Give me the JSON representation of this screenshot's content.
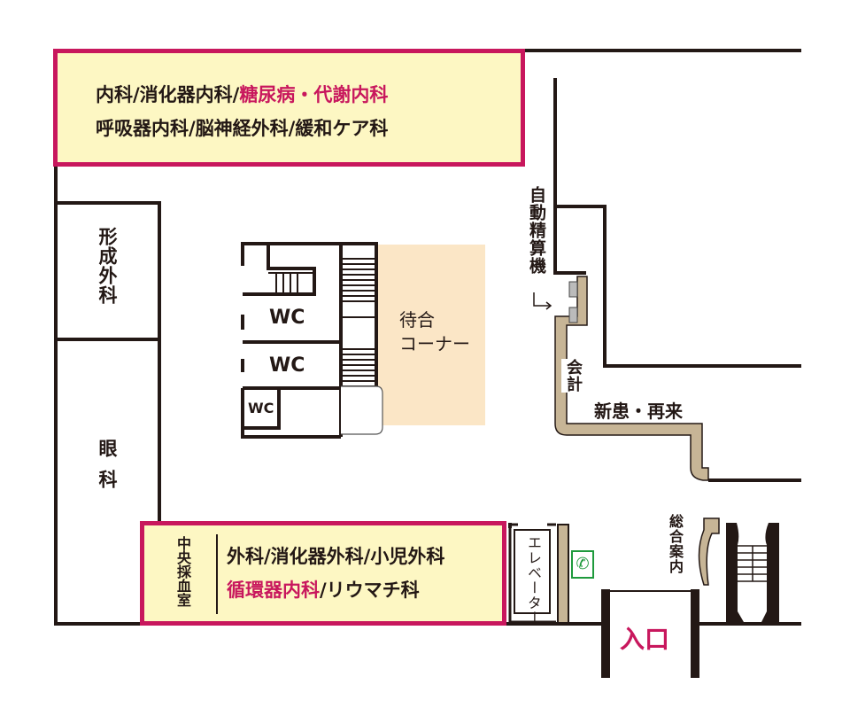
{
  "colors": {
    "accent": "#c8175d",
    "box_fill": "#fdf7c3",
    "counter": "#c7b596",
    "waiting": "#fbe6c6",
    "phone": "#1e9a3c"
  },
  "top_box": {
    "line1_plain": "内科/消化器内科/",
    "line1_highlight": "糖尿病・代謝内科",
    "line2": "呼吸器内科/脳神経外科/緩和ケア科"
  },
  "rooms": {
    "plastic_surgery": "形成外科",
    "ophthalmology": "眼科",
    "wc1": "WC",
    "wc2": "WC",
    "wc3": "WC",
    "waiting_line1": "待合",
    "waiting_line2": "コーナー",
    "auto_payment": "自動精算機",
    "cashier": "会計",
    "new_return": "新患・再来",
    "elevator": "エレベーター",
    "information": "総合案内",
    "entrance": "入口"
  },
  "bottom_box": {
    "blood_room": "中央採血室",
    "line1": "外科/消化器外科/小児外科",
    "line2_highlight": "循環器内科",
    "line2_plain": "/リウマチ科"
  },
  "icons": {
    "phone": "phone-icon",
    "arrow": "arrow-icon"
  }
}
